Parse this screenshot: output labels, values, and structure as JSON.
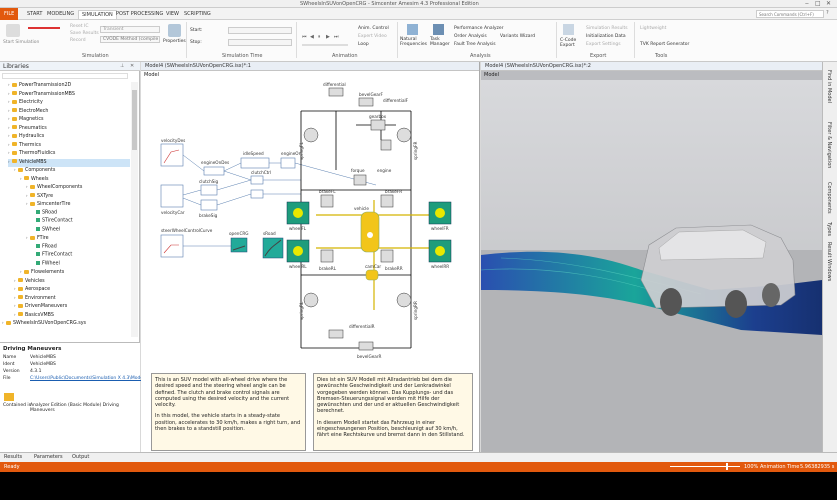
{
  "window": {
    "title": "SWheelsInSUVonOpenCRG - Simcenter Amesim 4.3 Professional Edition"
  },
  "menu": {
    "file": "FILE",
    "items": [
      "START",
      "MODELING",
      "SIMULATION",
      "POST PROCESSING",
      "VIEW",
      "SCRIPTING"
    ],
    "search_placeholder": "Search Commands (Ctrl+F)"
  },
  "ribbon": {
    "start_simulation": "Start Simulation",
    "reset_ic": "Reset IC",
    "save_results": "Save Results",
    "record": "Record",
    "solver": "Transient",
    "method": "CVODE Method (compile",
    "properties": "Properties",
    "start_label": "Start:",
    "stop_label": "Stop:",
    "anim_control": "Anim. Control",
    "expert_video": "Expert Video",
    "loop": "Loop",
    "natural_freq": "Natural Frequencies",
    "task_manager": "Task Manager",
    "perf_analyzer": "Performance Analyzer",
    "order_analysis": "Order Analysis",
    "variants_wizard": "Variants Wizard",
    "fault_tree": "Fault Tree Analysis",
    "ccode_export": "C-Code Export",
    "sim_results": "Simulation Results",
    "init_data": "Initialization Data",
    "export_settings": "Export Settings",
    "lightweight": "Lightweight",
    "tvk_report": "TVK Report Generator",
    "groups": [
      "Simulation",
      "Simulation Time",
      "Animation",
      "Analysis",
      "Export",
      "Tools"
    ]
  },
  "libraries": {
    "title": "Libraries",
    "tree": [
      {
        "label": "PowerTransmission2D",
        "level": 1,
        "type": "folder"
      },
      {
        "label": "PowerTransmissionMBS",
        "level": 1,
        "type": "folder"
      },
      {
        "label": "Electricity",
        "level": 1,
        "type": "folder"
      },
      {
        "label": "ElectroMech",
        "level": 1,
        "type": "folder"
      },
      {
        "label": "Magnetics",
        "level": 1,
        "type": "folder"
      },
      {
        "label": "Pneumatics",
        "level": 1,
        "type": "folder"
      },
      {
        "label": "Hydraulics",
        "level": 1,
        "type": "folder"
      },
      {
        "label": "Thermics",
        "level": 1,
        "type": "folder"
      },
      {
        "label": "ThermoFluidics",
        "level": 1,
        "type": "folder"
      },
      {
        "label": "VehicleMBS",
        "level": 1,
        "type": "folder",
        "selected": true
      },
      {
        "label": "Components",
        "level": 2,
        "type": "folder"
      },
      {
        "label": "Wheels",
        "level": 3,
        "type": "folder"
      },
      {
        "label": "WheelComponents",
        "level": 4,
        "type": "folder"
      },
      {
        "label": "SXTyre",
        "level": 4,
        "type": "folder"
      },
      {
        "label": "SimcenterTire",
        "level": 4,
        "type": "folder"
      },
      {
        "label": "SRoad",
        "level": 5,
        "type": "leaf"
      },
      {
        "label": "STireContact",
        "level": 5,
        "type": "leaf"
      },
      {
        "label": "SWheel",
        "level": 5,
        "type": "leaf"
      },
      {
        "label": "FTire",
        "level": 4,
        "type": "folder"
      },
      {
        "label": "FRoad",
        "level": 5,
        "type": "leaf"
      },
      {
        "label": "FTireContact",
        "level": 5,
        "type": "leaf"
      },
      {
        "label": "FWheel",
        "level": 5,
        "type": "leaf"
      },
      {
        "label": "Flowelements",
        "level": 3,
        "type": "folder"
      },
      {
        "label": "Vehicles",
        "level": 2,
        "type": "folder"
      },
      {
        "label": "Aerospace",
        "level": 2,
        "type": "folder"
      },
      {
        "label": "Environment",
        "level": 2,
        "type": "folder"
      },
      {
        "label": "DrivenManeuvers",
        "level": 2,
        "type": "folder"
      },
      {
        "label": "BasicsVMBS",
        "level": 2,
        "type": "folder"
      },
      {
        "label": "SWheelsInSUVonOpenCRG.sys",
        "level": 0,
        "type": "file"
      }
    ]
  },
  "properties": {
    "title": "Driving Maneuvers",
    "rows": [
      [
        "Name",
        "VehicleMBS"
      ],
      [
        "Ident",
        "VehicleMBS"
      ],
      [
        "Version",
        "4.3.1"
      ],
      [
        "File",
        "C:\\Users\\Public\\Documents\\Simulation X 4.3\\Model"
      ]
    ],
    "contained_label": "Contained in",
    "contained_value": "Analyzer Edition (Basic Module) Driving Maneuvers"
  },
  "model_tab": {
    "title": "Model4 (SWheelsInSUVonOpenCRG.isx)*:1",
    "model_label": "Model"
  },
  "view_tab": {
    "title": "Model4 (SWheelsInSUVonOpenCRG.isx)*:2",
    "model_label": "Model"
  },
  "diagram": {
    "labels": {
      "velocityDes": "velocityDes",
      "engineOnDes": "engineOnDes",
      "idleSpeed": "idleSpeed",
      "engineOn": "engineOn",
      "clutchCtrl": "clutchCtrl",
      "clutchSig": "clutchSig",
      "brakeSig": "brakeSig",
      "velocityCar": "velocityCar",
      "steerWheelControlCurve": "steerWheelControlCurve",
      "openCRG": "openCRG",
      "sRoad": "sRoad",
      "differential": "differential",
      "bevelGearF": "bevelGearF",
      "differentialF": "differentialF",
      "gearbox": "gearbox",
      "forque": "forque",
      "engine": "engine",
      "brakeFL": "brakeFL",
      "brakeFR": "brakeFR",
      "wheelFL": "wheelFL",
      "wheelFR": "wheelFR",
      "vehicle": "vehicle",
      "camCar": "camCar",
      "wheelRL": "wheelRL",
      "wheelRR": "wheelRR",
      "brakeRL": "brakeRL",
      "brakeRR": "brakeRR",
      "differentialR": "differentialR",
      "bevelGearR": "bevelGearR",
      "springFL": "springFL",
      "springFR": "springFR",
      "springRL": "springRL",
      "springRR": "springRR"
    }
  },
  "description_en": [
    "This is an SUV model with all-wheel drive where the desired speed and the steering wheel angle can be defined. The clutch and brake control signals are computed using the desired velocity and the current velocity.",
    "In this model, the vehicle starts in a steady-state position, accelerates to 30 km/h, makes a right turn, and then brakes to a standstill position."
  ],
  "description_de": [
    "Dies ist ein SUV Modell mit Allradantrieb bei dem die gewünschte Geschwindigkeit und der Lenkradwinkel vorgegeben werden können. Das Kupplungs- und das Bremsen-Steuerungssignal werden mit Hilfe der gewünschten und der und er aktuellen Geschwindigkeit berechnet.",
    "In diesem Modell startet das Fahrzeug in einer eingeschwungenen Position, beschleunigt auf 30 km/h, fährt eine Rechtskurve und bremst dann in den Stillstand."
  ],
  "sidetabs": [
    "Find in Model",
    "Filter & Navigation",
    "Components",
    "Types",
    "Result Windows"
  ],
  "bottom_tabs": [
    "Results",
    "Parameters",
    "Output"
  ],
  "status": {
    "left": "Ready",
    "zoom": "100%",
    "anim_time_label": "Animation Time",
    "anim_time": "5.96382935 s",
    "anim_progress": 0.8
  },
  "colors": {
    "accent": "#e2590d",
    "selection": "#cde4f7",
    "note_bg": "#fff9e6",
    "wheel": "#1e9c7c",
    "vehicle_body": "#f2c51a"
  }
}
